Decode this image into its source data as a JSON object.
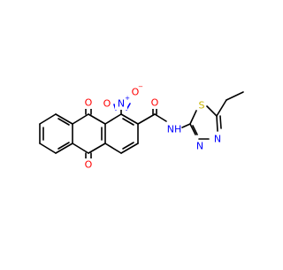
{
  "colors": {
    "bond": "#000000",
    "oxygen": "#ff0000",
    "nitrogen": "#0000ff",
    "sulfur": "#c8b400",
    "background": "#ffffff"
  },
  "atoms": {
    "o_top": "O",
    "o_bottom": "O",
    "n_nitro": "N",
    "n_nitro_charge": "+",
    "o_nitro_left": "O",
    "o_nitro_right": "O",
    "o_nitro_charge": "−",
    "o_amide": "O",
    "nh_amide": "NH",
    "s_ring": "S",
    "n_ring_upper": "N",
    "n_ring_lower": "N"
  }
}
